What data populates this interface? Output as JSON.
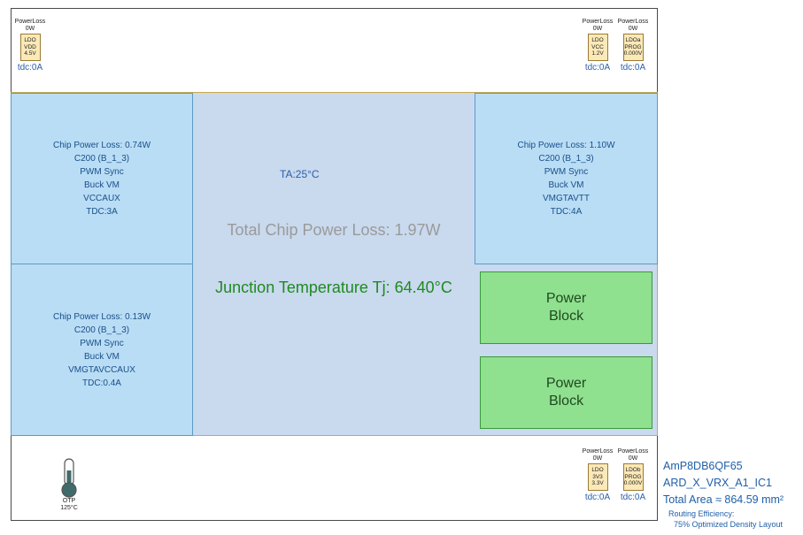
{
  "top_left_ldo": {
    "powerloss_label": "PowerLoss",
    "powerloss_value": "0W",
    "lines": [
      "LDO",
      "VDD",
      "4.5V"
    ],
    "tdc": "tdc:0A"
  },
  "top_right_ldos": [
    {
      "powerloss_label": "PowerLoss",
      "powerloss_value": "0W",
      "lines": [
        "LDO",
        "VCC",
        "1.2V"
      ],
      "tdc": "tdc:0A"
    },
    {
      "powerloss_label": "PowerLoss",
      "powerloss_value": "0W",
      "lines": [
        "LDOa",
        "PROG",
        "0.000V"
      ],
      "tdc": "tdc:0A"
    }
  ],
  "bottom_right_ldos": [
    {
      "powerloss_label": "PowerLoss",
      "powerloss_value": "0W",
      "lines": [
        "LDO",
        "3V3",
        "3.3V"
      ],
      "tdc": "tdc:0A"
    },
    {
      "powerloss_label": "PowerLoss",
      "powerloss_value": "0W",
      "lines": [
        "LDOb",
        "PROG",
        "0.000V"
      ],
      "tdc": "tdc:0A"
    }
  ],
  "chips": {
    "top_left": [
      "Chip Power Loss: 0.74W",
      "C200 (B_1_3)",
      "PWM Sync",
      "Buck VM",
      "VCCAUX",
      "TDC:3A"
    ],
    "bottom_left": [
      "Chip Power Loss: 0.13W",
      "C200 (B_1_3)",
      "PWM Sync",
      "Buck VM",
      "VMGTAVCCAUX",
      "TDC:0.4A"
    ],
    "top_right": [
      "Chip Power Loss: 1.10W",
      "C200 (B_1_3)",
      "PWM Sync",
      "Buck VM",
      "VMGTAVTT",
      "TDC:4A"
    ]
  },
  "center": {
    "ta": "TA:25°C",
    "total_power": "Total Chip Power Loss: 1.97W",
    "junction_temp": "Junction Temperature Tj: 64.40°C"
  },
  "power_blocks": [
    {
      "line1": "Power",
      "line2": "Block"
    },
    {
      "line1": "Power",
      "line2": "Block"
    }
  ],
  "otp": {
    "label": "OTP",
    "value": "125°C"
  },
  "info": {
    "part": "AmP8DB6QF65",
    "design": "ARD_X_VRX_A1_IC1",
    "area": "Total Area ≈ 864.59 mm²",
    "routing_label": "Routing Efficiency:",
    "routing_value": "75% Optimized Density Layout"
  },
  "colors": {
    "chip_fill": "#b9ddf5",
    "center_fill": "#c9d9ee",
    "power_block_fill": "#8fe08f",
    "ldo_fill": "#fce9b8",
    "tj_text": "#1f8a1f"
  }
}
